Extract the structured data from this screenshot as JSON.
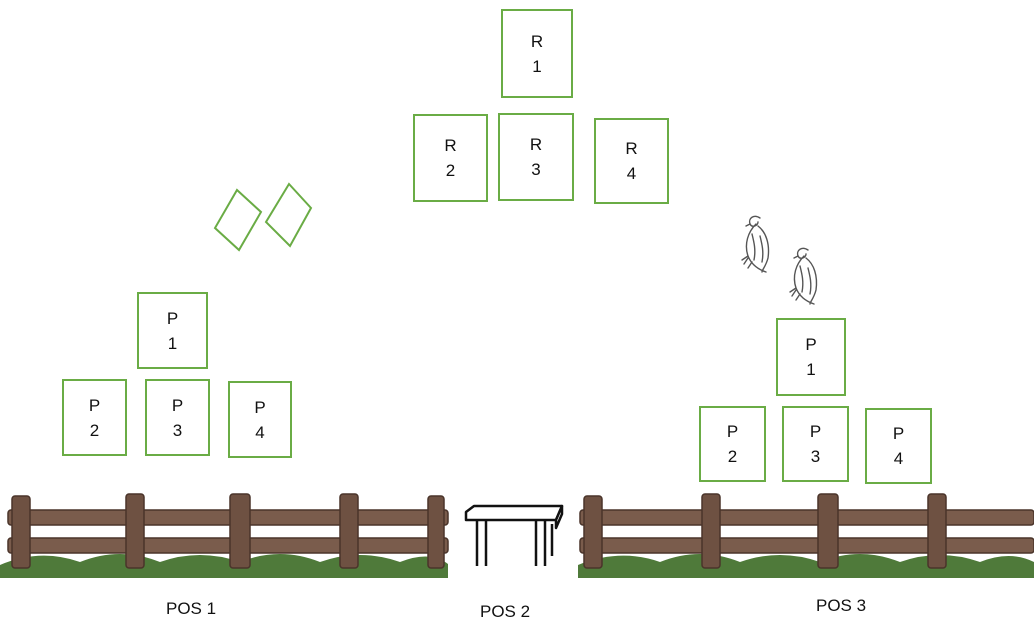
{
  "colors": {
    "box_border": "#6aac45",
    "fence_wood": "#7a5c4c",
    "fence_dark": "#4a342a",
    "grass": "#4f7a3a"
  },
  "top_group": [
    {
      "id": "r1",
      "text": "R\n1"
    },
    {
      "id": "r2",
      "text": "R\n2"
    },
    {
      "id": "r3",
      "text": "R\n3"
    },
    {
      "id": "r4",
      "text": "R\n4"
    }
  ],
  "left_group": [
    {
      "id": "p1",
      "text": "P\n1"
    },
    {
      "id": "p2",
      "text": "P\n2"
    },
    {
      "id": "p3",
      "text": "P\n3"
    },
    {
      "id": "p4",
      "text": "P\n4"
    }
  ],
  "right_group": [
    {
      "id": "p1",
      "text": "P\n1"
    },
    {
      "id": "p2",
      "text": "P\n2"
    },
    {
      "id": "p3",
      "text": "P\n3"
    },
    {
      "id": "p4",
      "text": "P\n4"
    }
  ],
  "icons": {
    "tilted_squares": "tilted-square-icon",
    "birds": "vulture-icon",
    "fence": "wooden-fence-icon",
    "table": "table-icon"
  },
  "positions": {
    "pos1": "POS 1",
    "pos2": "POS 2",
    "pos3": "POS 3"
  }
}
